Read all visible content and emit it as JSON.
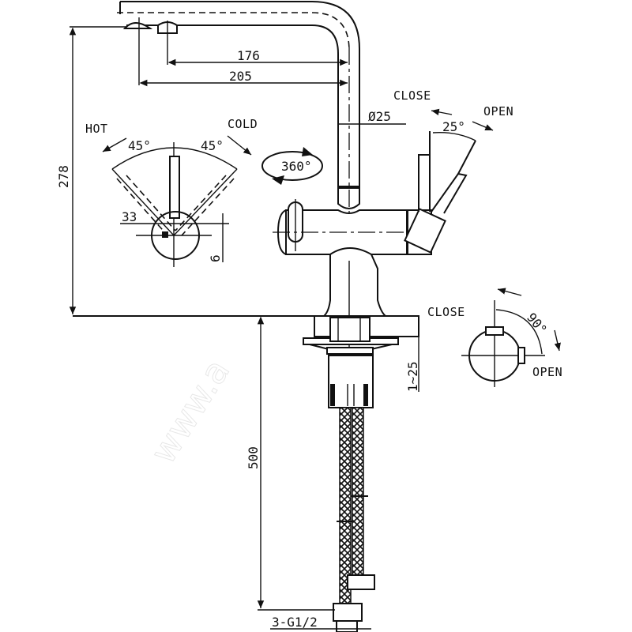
{
  "title": "Kitchen faucet with filter tap — technical drawing",
  "dimensions": {
    "spout_reach_short": "176",
    "spout_reach_long": "205",
    "height_total": "278",
    "spout_diameter": "Ø25",
    "hose_length": "500",
    "mounting_thickness": "1~25",
    "connection": "3-G1/2",
    "lever_offset": "33",
    "lever_gap": "6"
  },
  "main_lever": {
    "hot_label": "HOT",
    "cold_label": "COLD",
    "hot_angle": "45°",
    "cold_angle": "45°"
  },
  "swivel": {
    "rotation_label": "360°"
  },
  "filter_lever": {
    "close_label": "CLOSE",
    "open_label": "OPEN",
    "angle": "25°"
  },
  "filter_valve": {
    "close_label": "CLOSE",
    "open_label": "OPEN",
    "angle": "90°"
  },
  "colors": {
    "line": "#111111",
    "background": "#ffffff",
    "watermark": "#d8d8d8"
  }
}
